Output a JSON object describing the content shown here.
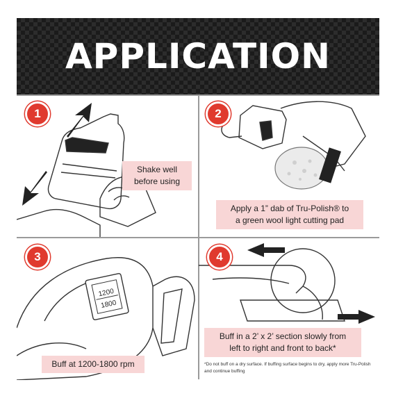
{
  "header": {
    "title": "APPLICATION"
  },
  "steps": [
    {
      "number": "1",
      "caption_line1": "Shake well",
      "caption_line2": "before using"
    },
    {
      "number": "2",
      "caption_line1": "Apply a 1” dab of Tru-Polish® to",
      "caption_line2": "a green wool light cutting pad"
    },
    {
      "number": "3",
      "caption_line1": "Buff at 1200-1800 rpm"
    },
    {
      "number": "4",
      "caption_line1": "Buff in a 2’ x 2’ section slowly from",
      "caption_line2": "left to right and front to back*"
    }
  ],
  "machine_dial": {
    "top": "1200",
    "bottom": "1800"
  },
  "footnote": {
    "line1": "*Do not buff on a dry surface. If buffing surface begins to dry, apply more Tru-Polish",
    "line2": "and continue buffing"
  },
  "colors": {
    "badge": "#e03a2e",
    "caption_bg": "#f8d6d6",
    "banner": "#1b1b1b",
    "divider": "#9a9a9a"
  }
}
